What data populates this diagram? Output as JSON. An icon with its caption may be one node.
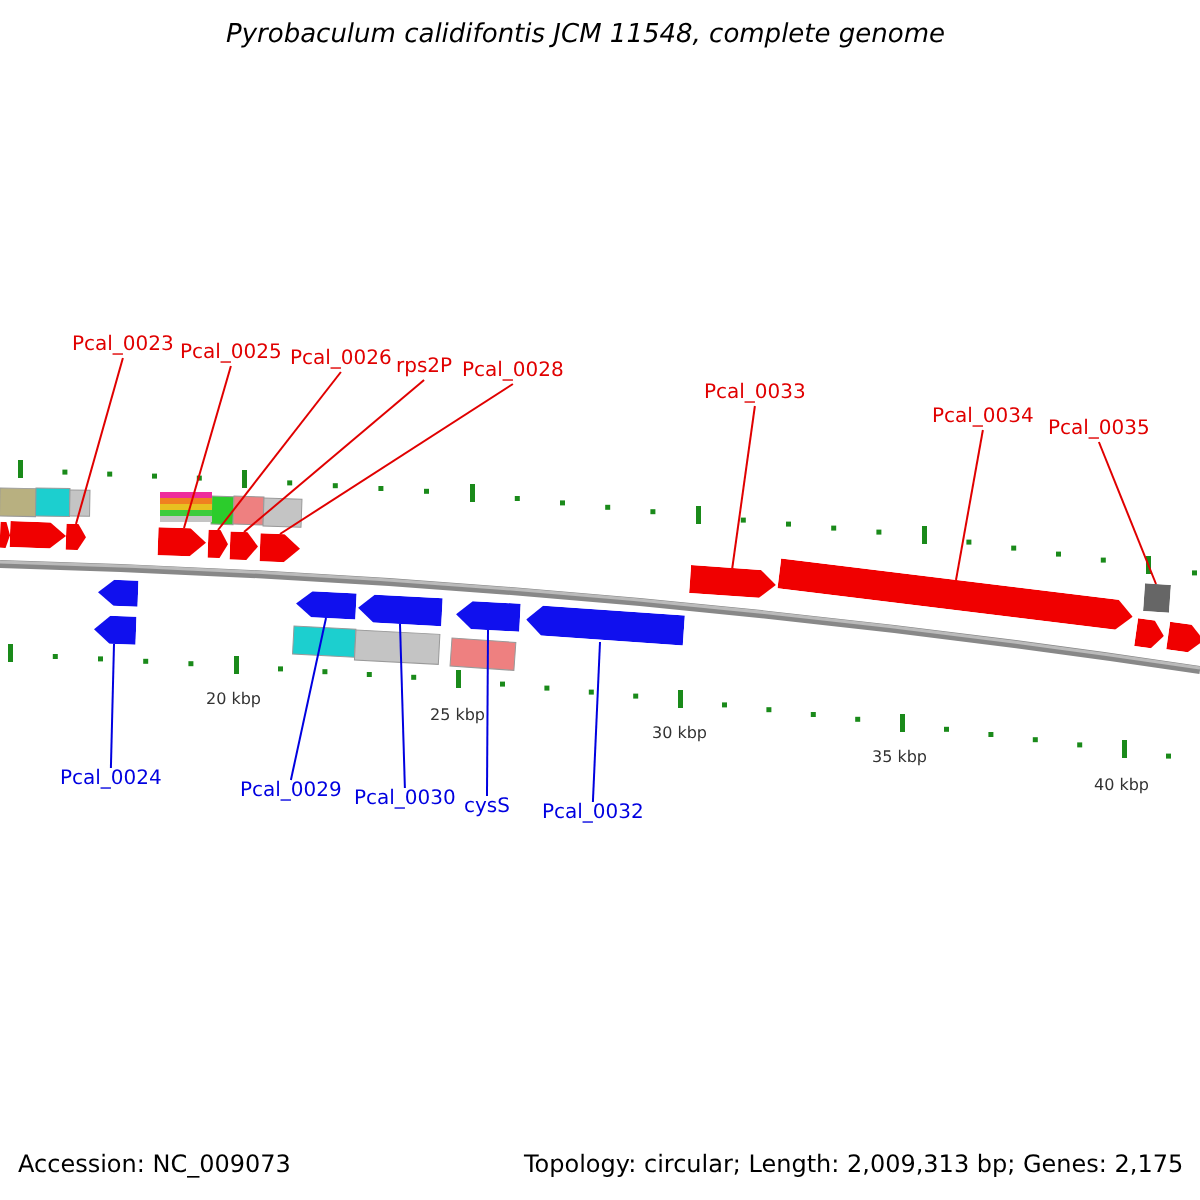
{
  "diagram": {
    "title": "Pyrobaculum calidifontis JCM 11548, complete genome",
    "nodes": [
      {
        "text": [
          "Pcal_0023"
        ]
      },
      {
        "text": [
          "Pcal_0025"
        ]
      },
      {
        "text": [
          "Pcal_0026"
        ]
      },
      {
        "text": [
          "rps2P"
        ]
      },
      {
        "text": [
          "Pcal_0028"
        ]
      },
      {
        "text": [
          "Pcal_0033"
        ]
      },
      {
        "text": [
          "Pcal_0034"
        ]
      },
      {
        "text": [
          "Pcal_0035"
        ]
      },
      {
        "text": [
          "Pcal_0024"
        ]
      },
      {
        "text": [
          "Pcal_0029"
        ]
      },
      {
        "text": [
          "Pcal_0030"
        ]
      },
      {
        "text": [
          "cysS"
        ]
      },
      {
        "text": [
          "Pcal_0032"
        ]
      },
      {
        "text": [],
        "shape": "arrow"
      },
      {
        "text": [],
        "shape": "arrow"
      },
      {
        "text": [],
        "shape": "arrow"
      },
      {
        "text": [],
        "shape": "arrow"
      },
      {
        "text": [],
        "shape": "arrow"
      },
      {
        "text": [],
        "shape": "arrow"
      },
      {
        "text": [],
        "shape": "arrow"
      },
      {
        "text": [],
        "shape": "box"
      },
      {
        "text": [],
        "shape": "arrow"
      },
      {
        "text": [],
        "shape": "arrow"
      },
      {
        "text": [],
        "shape": "arrow"
      },
      {
        "text": [],
        "shape": "arrow"
      },
      {
        "text": [],
        "shape": "arrow"
      },
      {
        "text": [],
        "shape": "arrow"
      },
      {
        "text": [],
        "shape": "arrow"
      },
      {
        "text": [],
        "shape": "arrow"
      },
      {
        "text": [],
        "shape": "arrow"
      },
      {
        "text": [],
        "shape": "arrow"
      }
    ],
    "edges": [
      {
        "from": 0,
        "to": 13,
        "arrow": "none"
      },
      {
        "from": 1,
        "to": 14,
        "arrow": "none"
      },
      {
        "from": 2,
        "to": 15,
        "arrow": "none"
      },
      {
        "from": 3,
        "to": 16,
        "arrow": "none"
      },
      {
        "from": 4,
        "to": 17,
        "arrow": "none"
      },
      {
        "from": 5,
        "to": 18,
        "arrow": "none"
      },
      {
        "from": 6,
        "to": 19,
        "arrow": "none"
      },
      {
        "from": 7,
        "to": 20,
        "arrow": "none"
      },
      {
        "from": 8,
        "to": 21,
        "arrow": "none",
        "color": "#0000e0"
      },
      {
        "from": 9,
        "to": 22,
        "arrow": "none",
        "color": "#0000e0"
      },
      {
        "from": 10,
        "to": 23,
        "arrow": "none",
        "color": "#0000e0"
      },
      {
        "from": 11,
        "to": 24,
        "arrow": "none",
        "color": "#0000e0"
      },
      {
        "from": 12,
        "to": 25,
        "arrow": "none",
        "color": "#0000e0"
      }
    ],
    "labels": [
      "20 kbp",
      "25 kbp",
      "30 kbp",
      "35 kbp",
      "40 kbp",
      "Accession: NC_009073",
      "Topology: circular; Length: 2,009,313 bp; Genes: 2,175"
    ]
  }
}
